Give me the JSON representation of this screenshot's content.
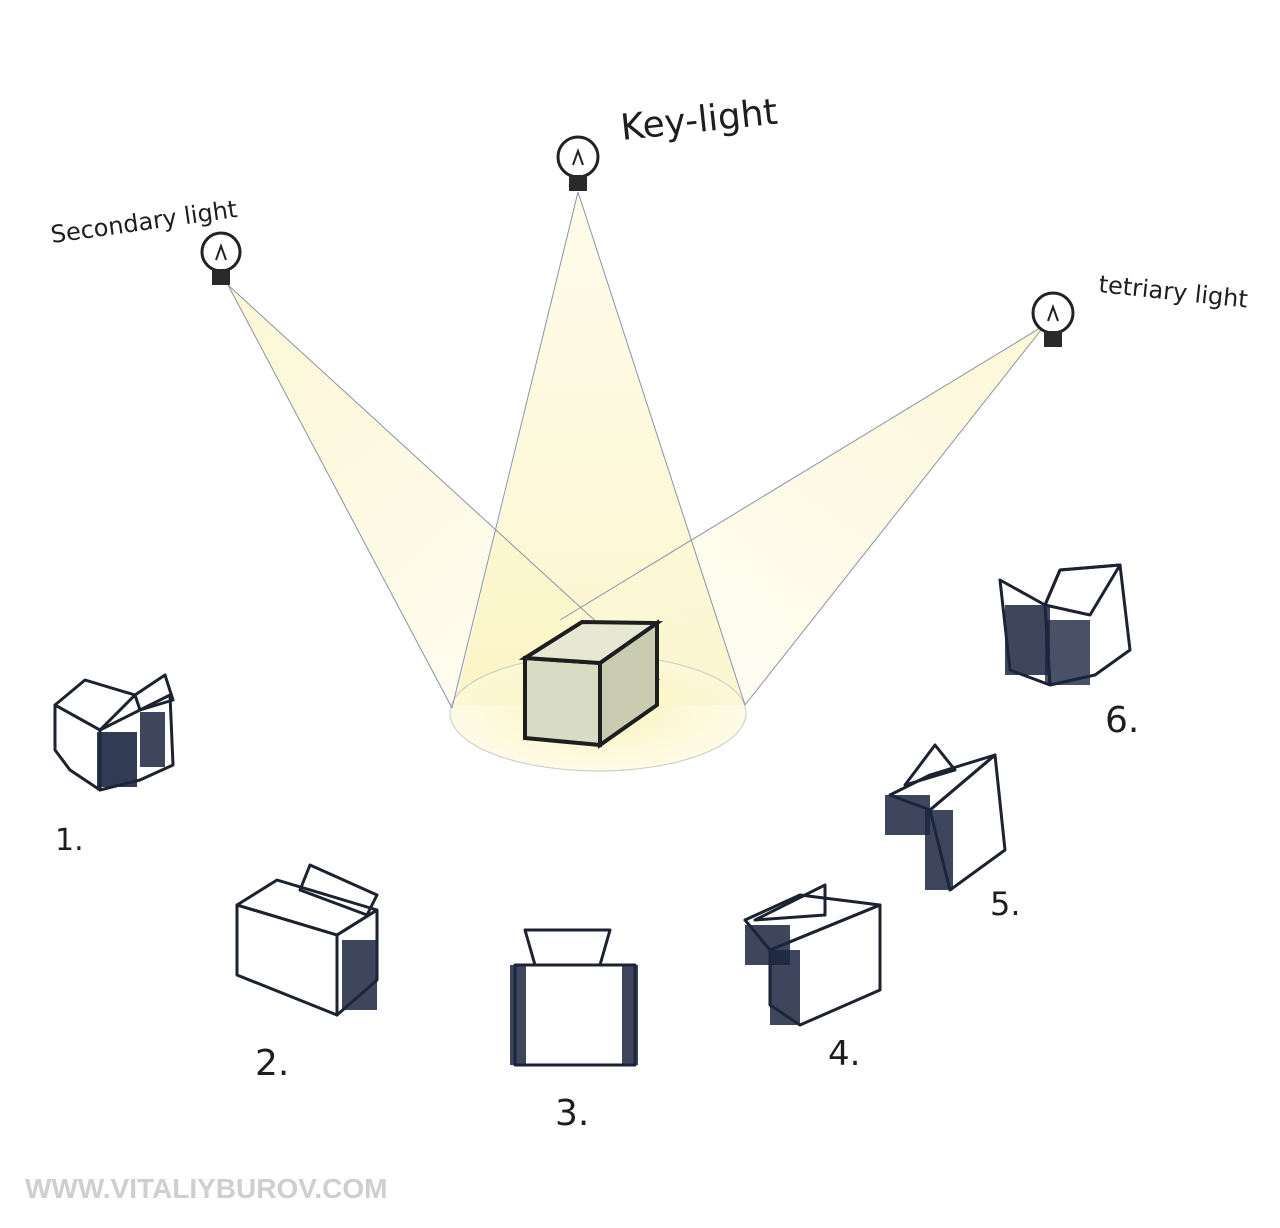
{
  "labels": {
    "key_light": "Key-light",
    "secondary_light": "Secondary light",
    "tertiary_light": "tetriary light"
  },
  "views": [
    {
      "number": "1."
    },
    {
      "number": "2."
    },
    {
      "number": "3."
    },
    {
      "number": "4."
    },
    {
      "number": "5."
    },
    {
      "number": "6."
    }
  ],
  "watermark": "WWW.VITALIYBUROV.COM",
  "colors": {
    "light_glow": "#fbf5c6",
    "cube_fill": "#d9dcc4",
    "shadow": "#1b2640",
    "outline": "#1c2230"
  }
}
